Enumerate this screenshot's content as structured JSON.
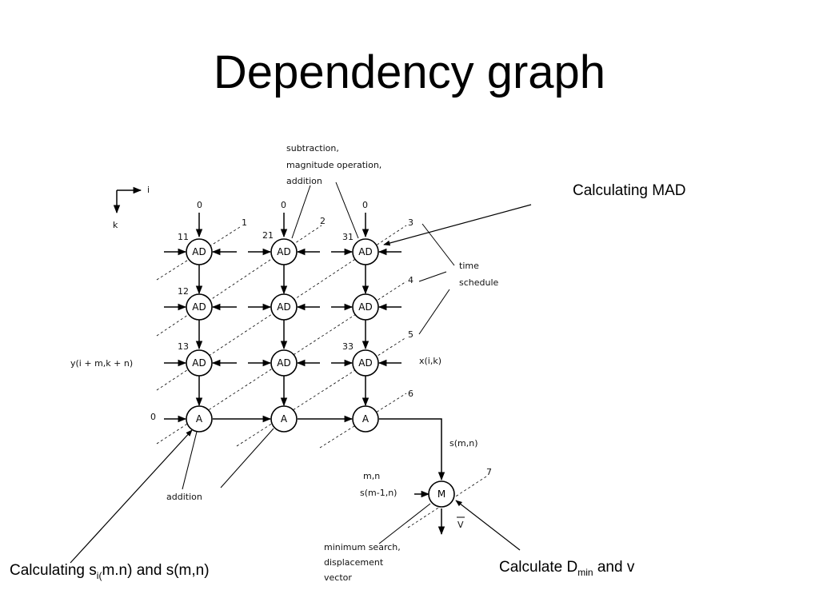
{
  "title": "Dependency graph",
  "callouts": {
    "mad": "Calculating MAD",
    "dmin_prefix": "Calculate D",
    "dmin_sub": "min",
    "dmin_suffix": " and v",
    "si_prefix": "Calculating s",
    "si_sub": "i(",
    "si_suffix": "m.n) and s(m,n)"
  },
  "diagram": {
    "axis_i": "i",
    "axis_k": "k",
    "top_note": [
      "subtraction,",
      "magnitude operation,",
      "addition"
    ],
    "col_inputs": [
      "0",
      "0",
      "0"
    ],
    "time_labels": [
      "1",
      "2",
      "3",
      "4",
      "5",
      "6",
      "7"
    ],
    "node_ids": [
      "11",
      "21",
      "31",
      "12",
      "13",
      "33"
    ],
    "ad_label": "AD",
    "a_label": "A",
    "m_label": "M",
    "left_input": "y(i + m,k + n)",
    "right_input": "x(i,k)",
    "a_row_input": "0",
    "time_schedule": [
      "time",
      "schedule"
    ],
    "addition": "addition",
    "smn": "s(m,n)",
    "m_inputs": [
      "m,n",
      "s(m-1,n)"
    ],
    "v_label": "V",
    "min_search": [
      "minimum search,",
      "displacement",
      "vector"
    ]
  }
}
